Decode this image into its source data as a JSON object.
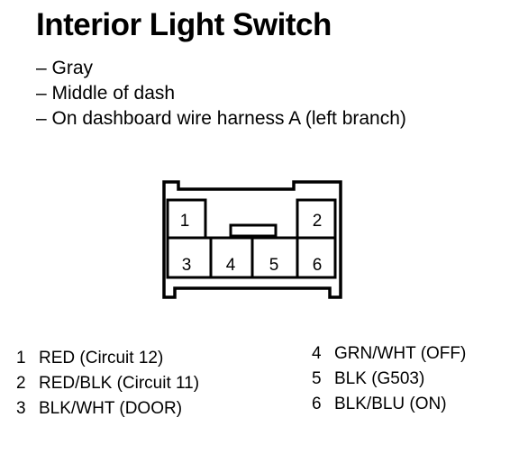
{
  "title": "Interior Light Switch",
  "notes": [
    "– Gray",
    "– Middle of dash",
    "– On dashboard wire harness A (left branch)"
  ],
  "connector": {
    "cells": [
      "1",
      "2",
      "3",
      "4",
      "5",
      "6"
    ]
  },
  "pins_left": [
    {
      "num": "1",
      "desc": "RED (Circuit 12)"
    },
    {
      "num": "2",
      "desc": "RED/BLK (Circuit 11)"
    },
    {
      "num": "3",
      "desc": "BLK/WHT (DOOR)"
    }
  ],
  "pins_right": [
    {
      "num": "4",
      "desc": "GRN/WHT (OFF)"
    },
    {
      "num": "5",
      "desc": "BLK (G503)"
    },
    {
      "num": "6",
      "desc": "BLK/BLU (ON)"
    }
  ]
}
